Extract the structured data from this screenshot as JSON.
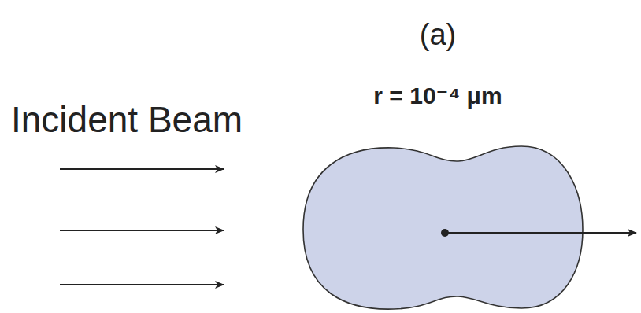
{
  "diagram": {
    "labels": [
      "(a)",
      "Incident Beam",
      "r = 10⁻⁴ μm"
    ]
  }
}
